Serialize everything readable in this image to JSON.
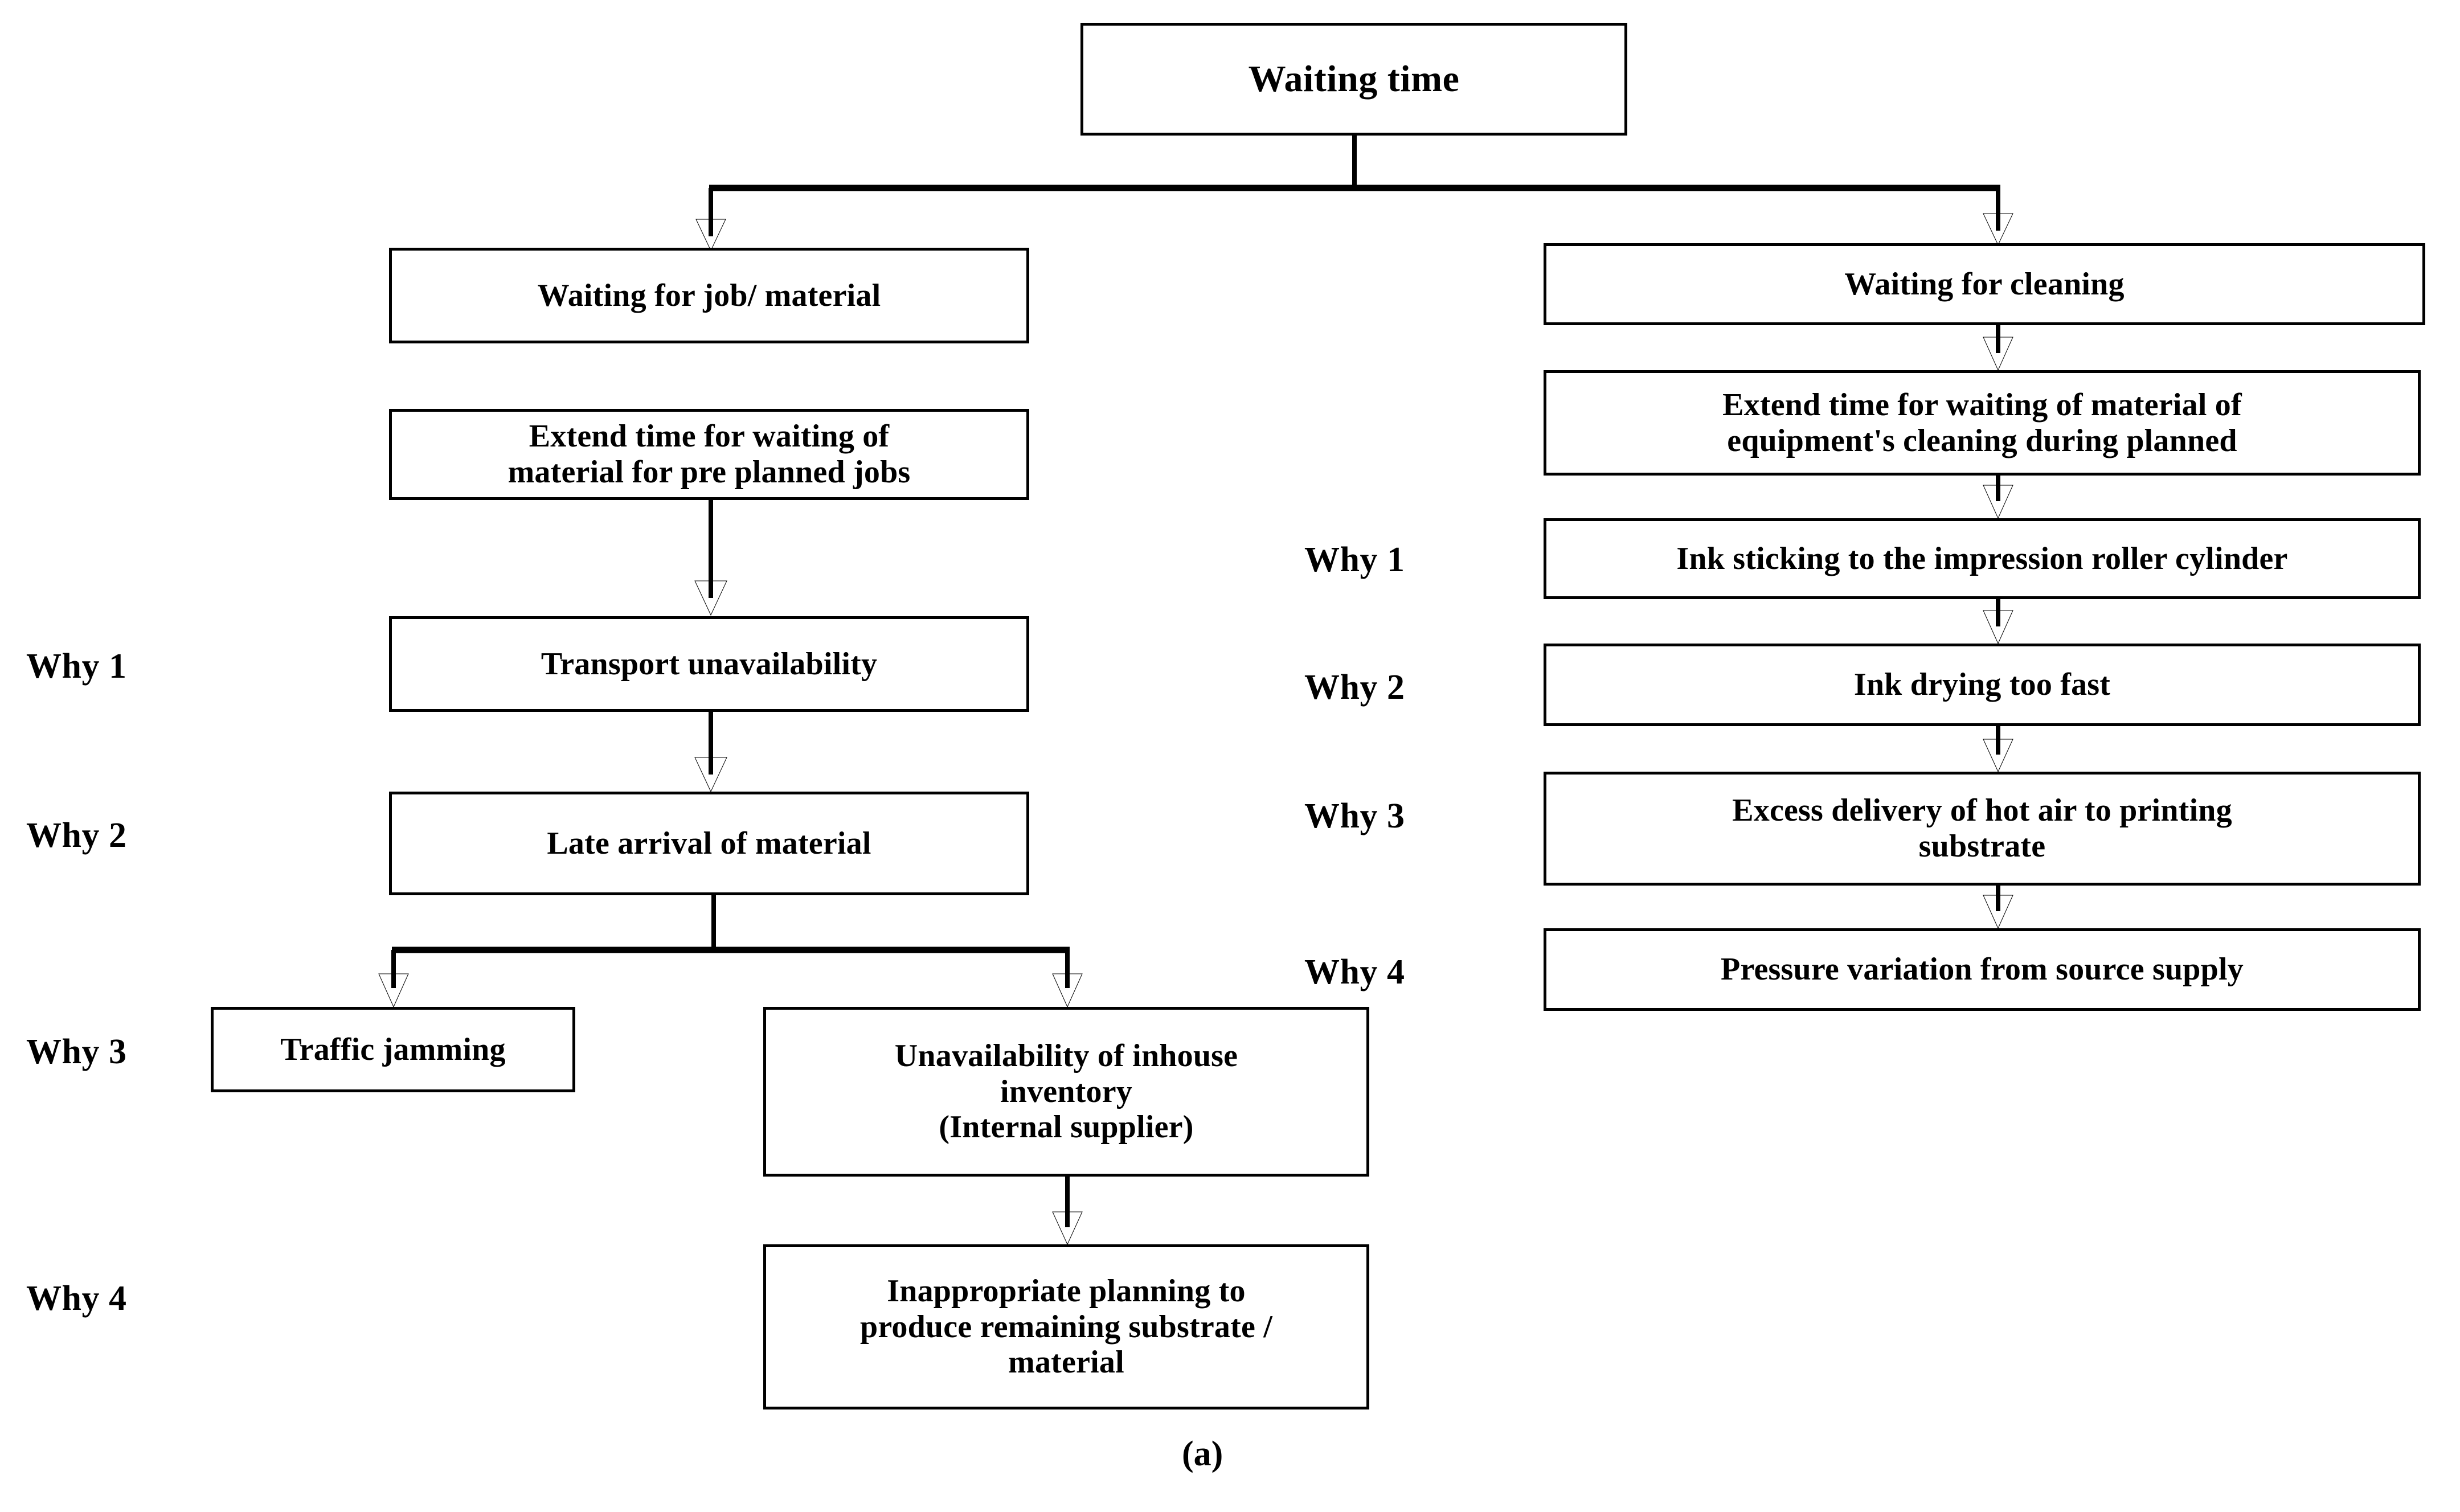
{
  "diagram": {
    "caption": "(a)",
    "root": {
      "label": "Waiting time"
    },
    "branches": [
      {
        "id": "job-material",
        "header": "Waiting for job/ material",
        "why_labels": [
          "Why 1",
          "Why 2",
          "Why 3",
          "Why 4"
        ],
        "nodes": [
          {
            "id": "extend-time-material",
            "lines": [
              "Extend time for waiting of",
              "material for pre planned jobs"
            ]
          },
          {
            "id": "transport-unavailability",
            "lines": [
              "Transport unavailability"
            ],
            "why": "Why 1"
          },
          {
            "id": "late-arrival-material",
            "lines": [
              "Late arrival of material"
            ],
            "why": "Why 2"
          },
          {
            "id": "traffic-jamming",
            "lines": [
              "Traffic jamming"
            ],
            "why": "Why 3"
          },
          {
            "id": "unavailability-inhouse-inventory",
            "lines": [
              "Unavailability of inhouse",
              "inventory",
              "(Internal supplier)"
            ]
          },
          {
            "id": "inappropriate-planning",
            "lines": [
              "Inappropriate planning to",
              "produce remaining substrate /",
              "material"
            ],
            "why": "Why 4"
          }
        ]
      },
      {
        "id": "cleaning",
        "header": "Waiting for cleaning",
        "why_labels": [
          "Why 1",
          "Why 2",
          "Why 3",
          "Why 4"
        ],
        "nodes": [
          {
            "id": "extend-time-cleaning",
            "lines": [
              "Extend time for waiting of material  of",
              "equipment's cleaning during planned"
            ]
          },
          {
            "id": "ink-sticking",
            "lines": [
              "Ink sticking to the impression roller cylinder"
            ],
            "why": "Why 1"
          },
          {
            "id": "ink-drying",
            "lines": [
              "Ink drying too fast"
            ],
            "why": "Why 2"
          },
          {
            "id": "excess-hot-air",
            "lines": [
              "Excess delivery  of hot air to printing",
              "substrate"
            ],
            "why": "Why 3"
          },
          {
            "id": "pressure-variation",
            "lines": [
              "Pressure  variation from source supply"
            ],
            "why": "Why 4"
          }
        ]
      }
    ]
  },
  "labels": {
    "left_why_1": "Why 1",
    "left_why_2": "Why 2",
    "left_why_3": "Why 3",
    "left_why_4": "Why 4",
    "right_why_1": "Why 1",
    "right_why_2": "Why 2",
    "right_why_3": "Why 3",
    "right_why_4": "Why 4",
    "caption": "(a)"
  },
  "text": {
    "root": "Waiting time",
    "l_header": "Waiting for job/ material",
    "l1_line1": "Extend time for waiting of",
    "l1_line2": "material for pre planned jobs",
    "l2": "Transport unavailability",
    "l3": "Late arrival of material",
    "l4": "Traffic jamming",
    "l5_line1": "Unavailability of inhouse",
    "l5_line2": "inventory",
    "l5_line3": "(Internal supplier)",
    "l6_line1": "Inappropriate planning to",
    "l6_line2": "produce remaining substrate /",
    "l6_line3": "material",
    "r_header": "Waiting for cleaning",
    "r1_line1": "Extend time for waiting of material  of",
    "r1_line2": "equipment's cleaning during planned",
    "r2": "Ink sticking to the impression roller cylinder",
    "r3": "Ink drying too fast",
    "r4_line1": "Excess delivery  of hot air to printing",
    "r4_line2": "substrate",
    "r5": "Pressure  variation from source supply"
  },
  "colors": {
    "stroke": "#000000",
    "fill": "#ffffff",
    "text": "#000000"
  }
}
